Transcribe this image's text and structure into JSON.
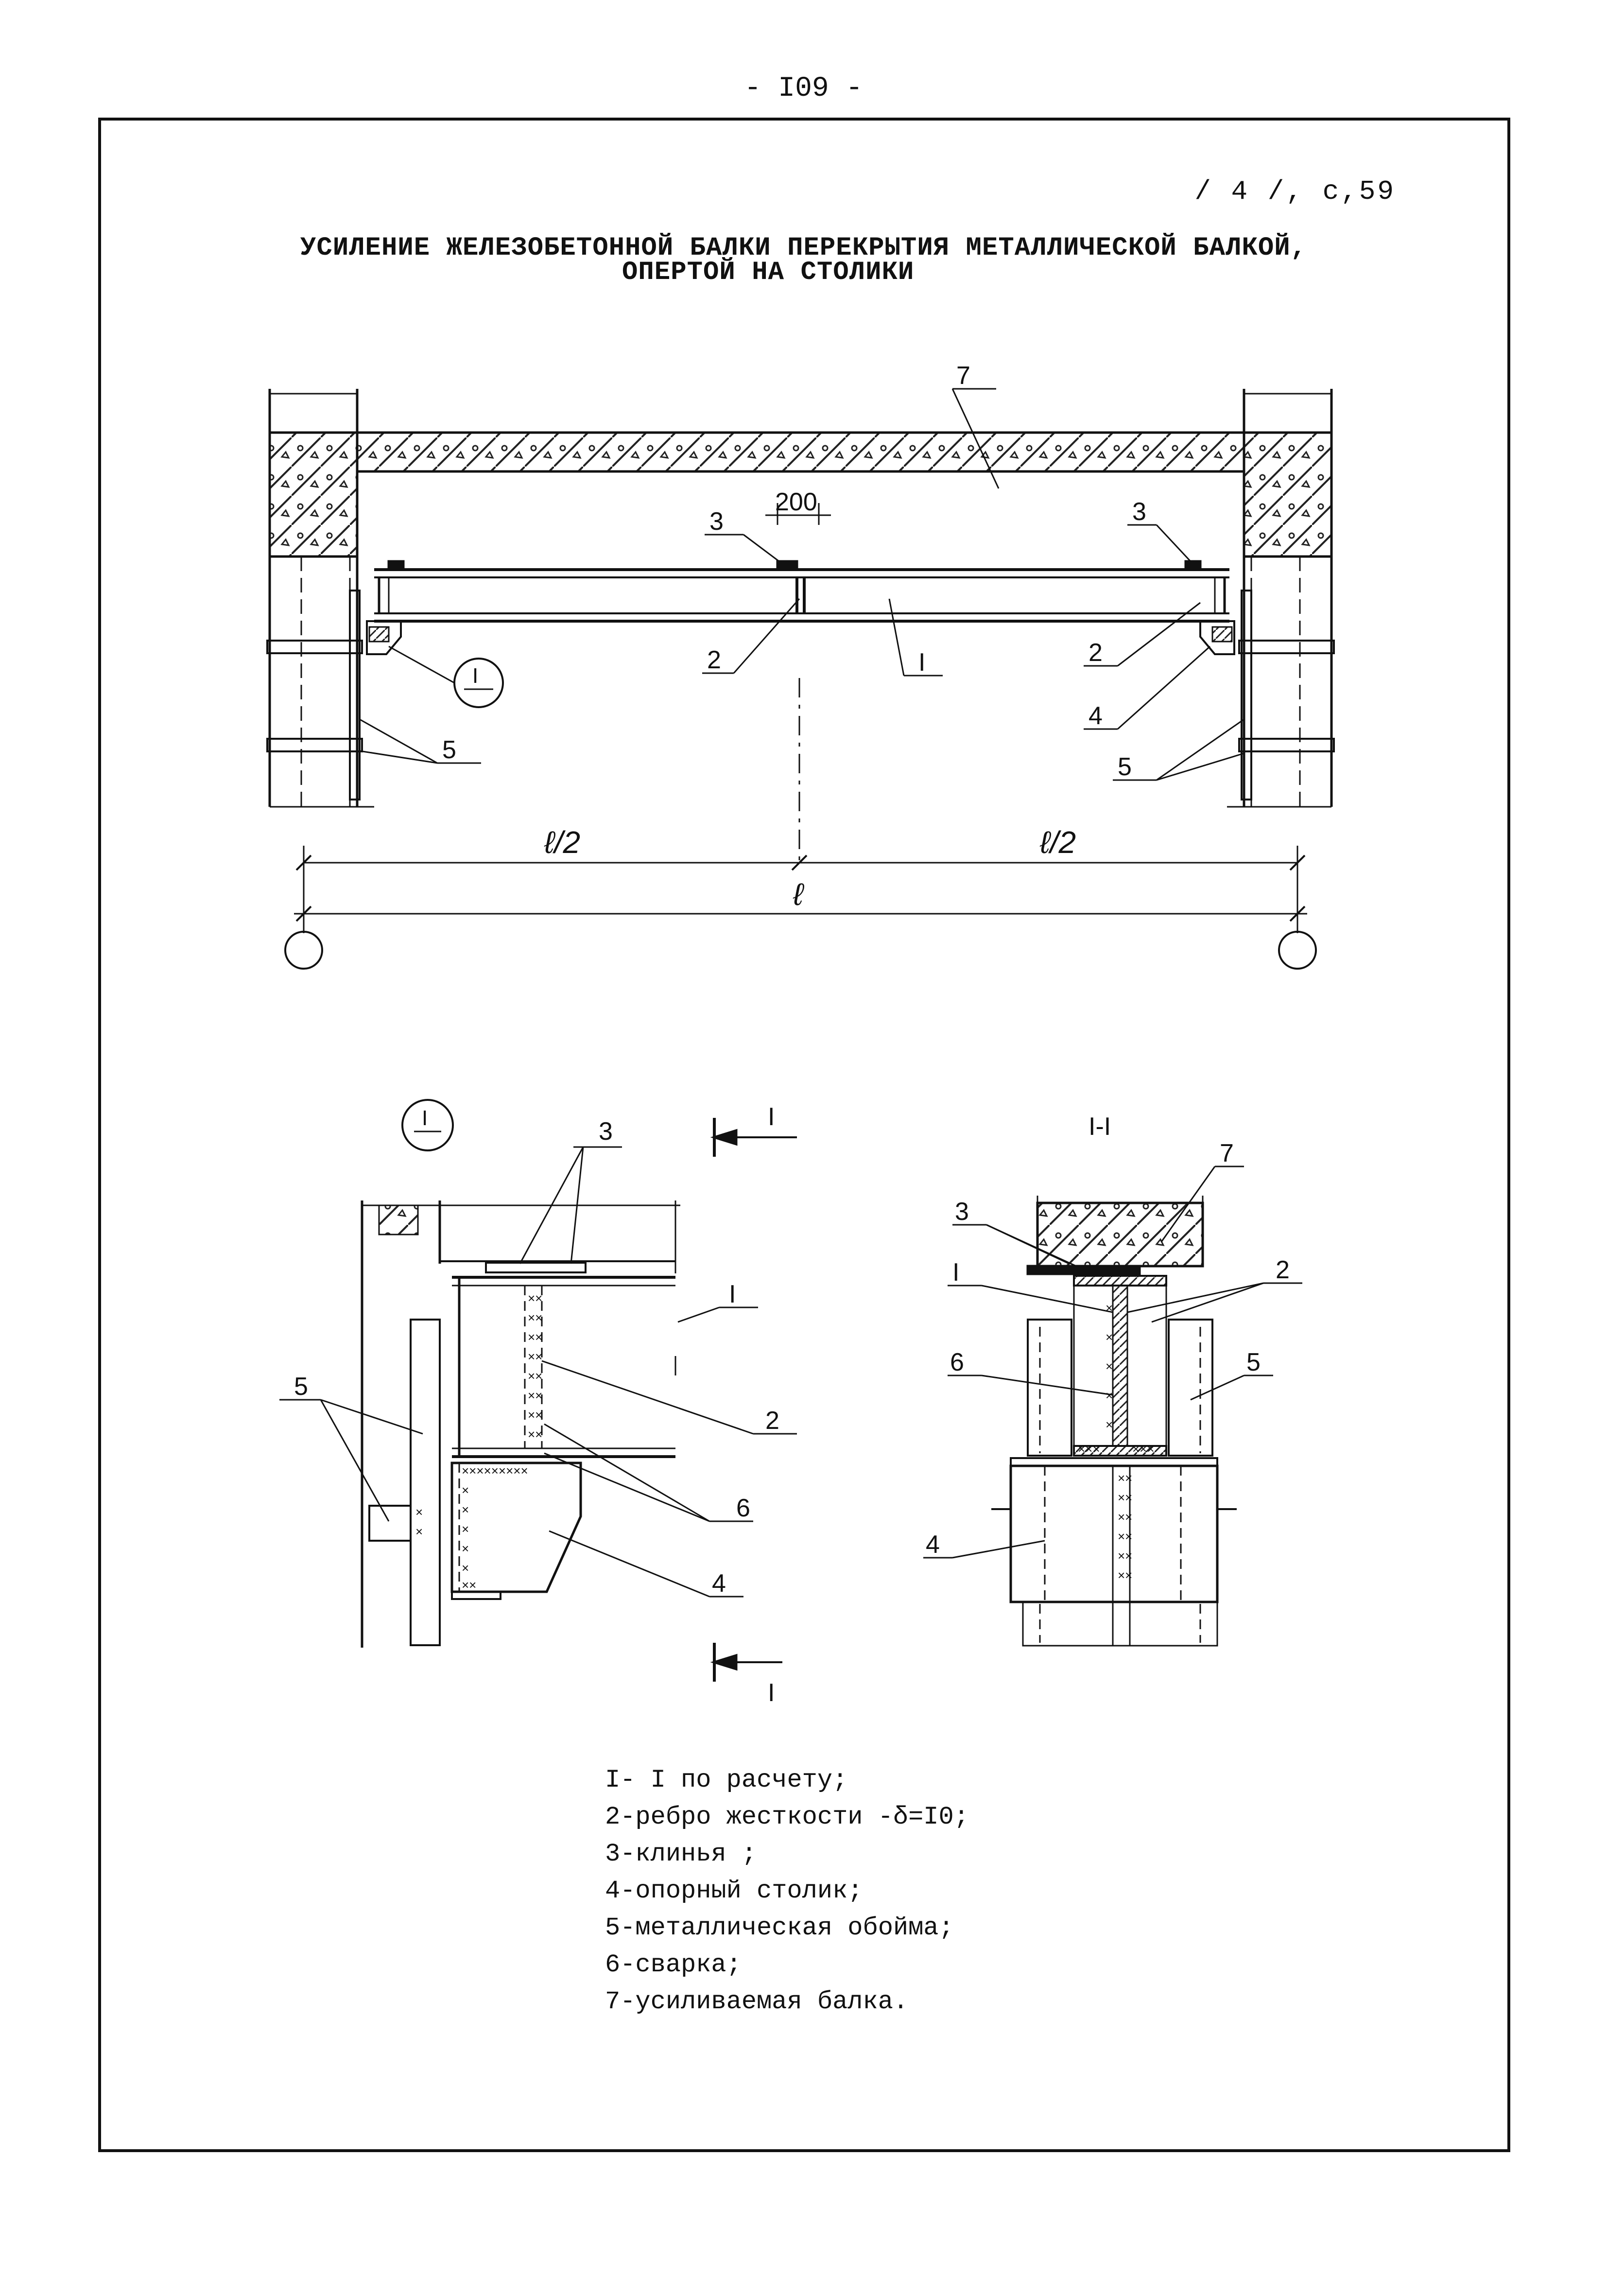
{
  "page": {
    "number": "- I09 -",
    "reference": "/ 4 /, с,59"
  },
  "title": {
    "line1": "УСИЛЕНИЕ ЖЕЛЕЗОБЕТОННОЙ БАЛКИ ПЕРЕКРЫТИЯ МЕТАЛЛИЧЕСКОЙ БАЛКОЙ,",
    "line2": "ОПЕРТОЙ НА СТОЛИКИ"
  },
  "main_drawing": {
    "labels": {
      "beam": "7",
      "wedge_left": "3",
      "wedge_right": "3",
      "dim_200": "200",
      "rib_left": "2",
      "rib_right": "2",
      "beam_I": "I",
      "table": "4",
      "clip_left": "5",
      "clip_right": "5",
      "node_callout": "I"
    },
    "dimensions": {
      "half_left": "ℓ/2",
      "half_right": "ℓ/2",
      "span": "ℓ"
    }
  },
  "detail_I": {
    "callout": "I",
    "section_mark_top": "I",
    "section_mark_bottom": "I",
    "labels": {
      "wedges": "3",
      "beam": "I",
      "rib": "2",
      "clip": "5",
      "welds": "6",
      "table": "4"
    }
  },
  "section_II": {
    "title": "I-I",
    "labels": {
      "beam_7": "7",
      "wedges": "3",
      "ribs": "2",
      "beam_I": "I",
      "weld": "6",
      "clip": "5",
      "table": "4"
    }
  },
  "legend": [
    "I- I по расчету;",
    "2-ребро жесткости -δ=I0;",
    "3-клинья ;",
    "4-опорный столик;",
    "5-металлическая обойма;",
    "6-сварка;",
    "7-усиливаемая балка."
  ]
}
